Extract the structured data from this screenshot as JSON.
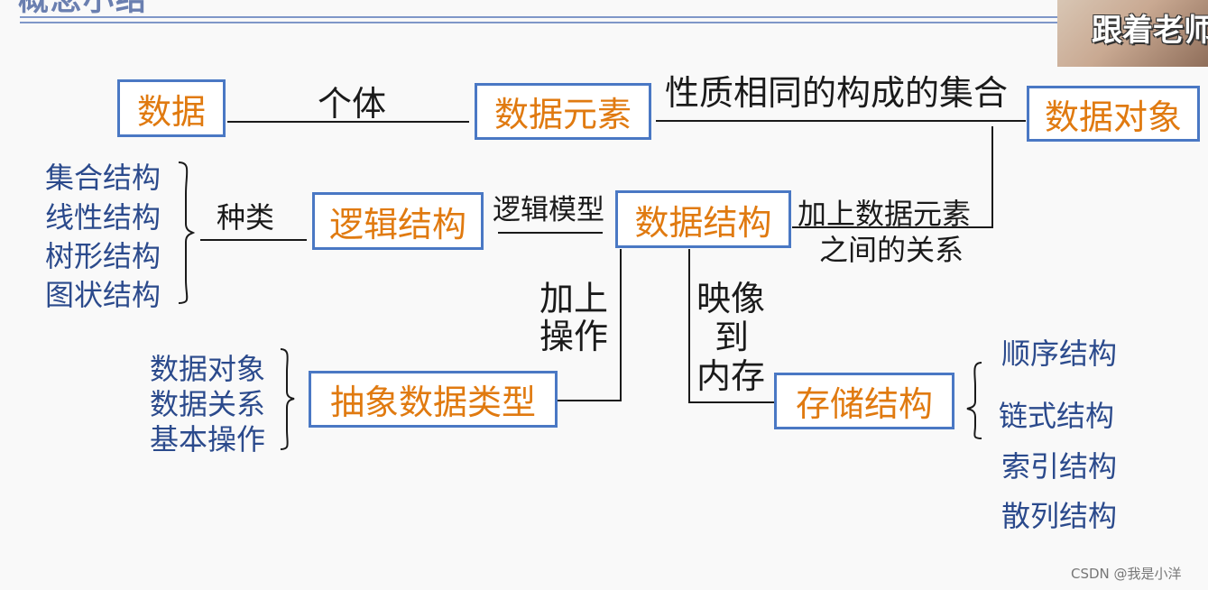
{
  "header": {
    "title_fragment": "概念小结"
  },
  "overlay": {
    "caption": "跟着老师"
  },
  "watermark": "CSDN @我是小洋",
  "colors": {
    "box_border": "#4a78c4",
    "box_text": "#e07a10",
    "list_text": "#2b4a8c"
  },
  "diagram": {
    "nodes": {
      "data": "数据",
      "data_element": "数据元素",
      "data_object": "数据对象",
      "logical_structure": "逻辑结构",
      "data_structure": "数据结构",
      "adt": "抽象数据类型",
      "storage_structure": "存储结构"
    },
    "edge_labels": {
      "individual": "个体",
      "same_nature_set": "性质相同的构成的集合",
      "kinds": "种类",
      "logical_model": "逻辑模型",
      "add_relation_l1": "加上数据元素",
      "add_relation_l2": "之间的关系",
      "add_ops_l1": "加上",
      "add_ops_l2": "操作",
      "map_l1": "映像",
      "map_l2": "到",
      "map_l3": "内存"
    },
    "logical_kinds": [
      "集合结构",
      "线性结构",
      "树形结构",
      "图状结构"
    ],
    "adt_parts": [
      "数据对象",
      "数据关系",
      "基本操作"
    ],
    "storage_kinds": [
      "顺序结构",
      "链式结构",
      "索引结构",
      "散列结构"
    ]
  }
}
